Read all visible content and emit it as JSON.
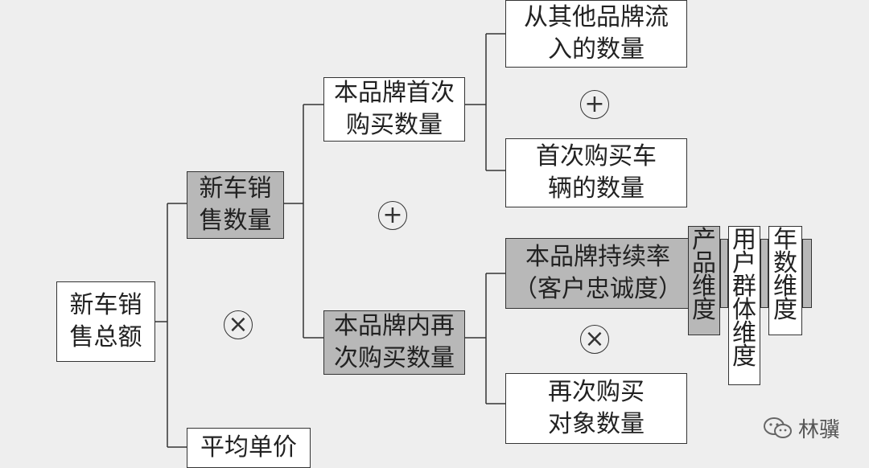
{
  "nodes": {
    "root": "新车销\n售总额",
    "volume": "新车销\n售数量",
    "avg_price": "平均单价",
    "first_buy": "本品牌首次\n购买数量",
    "repeat_buy": "本品牌内再\n次购买数量",
    "from_other": "从其他品牌流\n入的数量",
    "first_car": "首次购买车\n辆的数量",
    "retention": "本品牌持续率\n（客户忠诚度）",
    "repeat_target": "再次购买\n对象数量",
    "dim_product": "产品维度",
    "dim_user": "用户群体维度",
    "dim_year": "年数维度"
  },
  "operators": {
    "multiply": "×",
    "plus": "+"
  },
  "watermark": {
    "text": "林骥",
    "icon": "wechat-icon"
  },
  "colors": {
    "gray_box": "#b8b8b8",
    "white_box": "#ffffff",
    "background": "#eeeeee",
    "line": "#333333"
  }
}
